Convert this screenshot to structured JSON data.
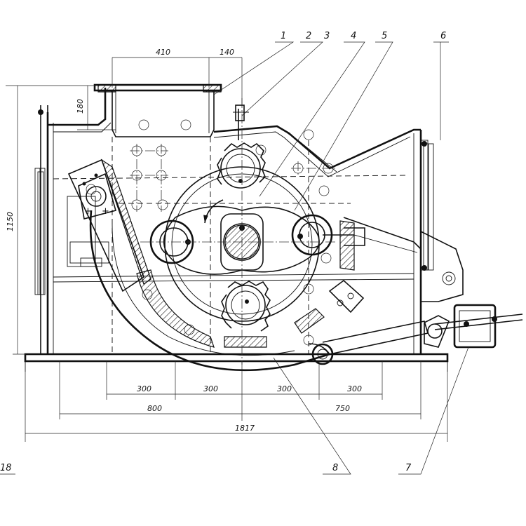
{
  "drawing": {
    "dimensions": {
      "top_410": "410",
      "top_140": "140",
      "left_180": "180",
      "left_1150": "1150",
      "b_300_1": "300",
      "b_300_2": "300",
      "b_300_3": "300",
      "b_300_4": "300",
      "b_800": "800",
      "b_750": "750",
      "b_1817": "1817"
    },
    "callouts": {
      "c1": "1",
      "c2": "2",
      "c3": "3",
      "c4": "4",
      "c5": "5",
      "c6": "6",
      "c7": "7",
      "c8": "8",
      "c18": "18"
    }
  }
}
